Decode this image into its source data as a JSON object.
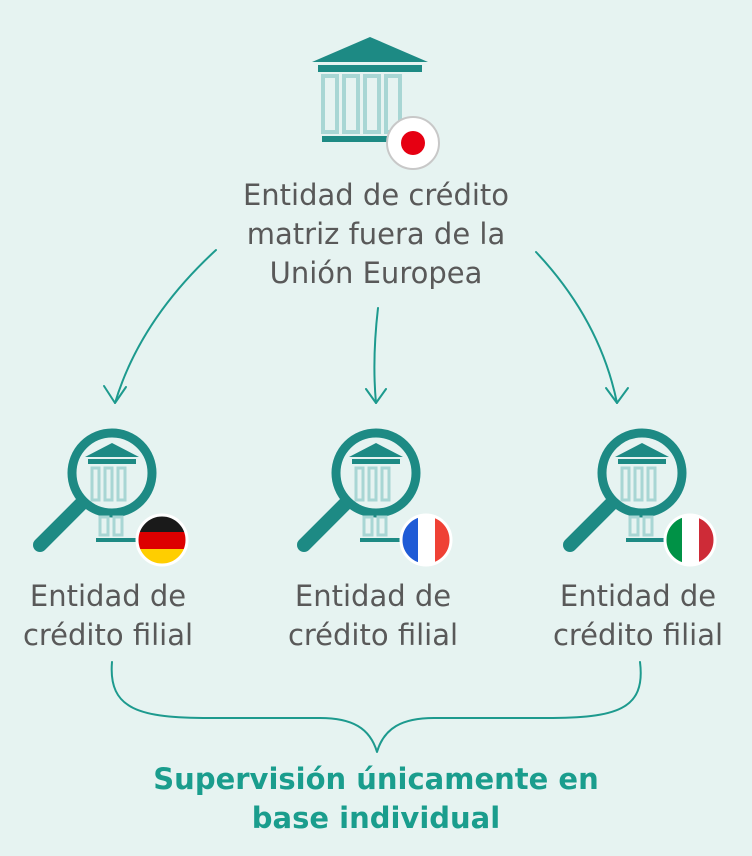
{
  "parent": {
    "label": "Entidad de crédito\nmatriz fuera de la\nUnión Europea",
    "icon": "bank-building-icon",
    "flag": "japan-flag-icon"
  },
  "subsidiaries": [
    {
      "label": "Entidad de\ncrédito filial",
      "icon": "magnifier-bank-icon",
      "flag": "germany-flag-icon"
    },
    {
      "label": "Entidad de\ncrédito filial",
      "icon": "magnifier-bank-icon",
      "flag": "france-flag-icon"
    },
    {
      "label": "Entidad de\ncrédito filial",
      "icon": "magnifier-bank-icon",
      "flag": "italy-flag-icon"
    }
  ],
  "conclusion": "Supervisión únicamente en\nbase individual",
  "colors": {
    "background": "#e6f3f1",
    "teal_dark": "#1d8a84",
    "teal_light": "#a8d6d4",
    "accent_text": "#1a9d8d",
    "body_text": "#595959",
    "japan_red": "#e60012",
    "germany_black": "#1a1a1a",
    "germany_red": "#dd0000",
    "germany_gold": "#ffce00",
    "france_blue": "#1f5bd6",
    "france_red": "#ef4135",
    "italy_green": "#009246",
    "italy_red": "#ce2b37"
  }
}
